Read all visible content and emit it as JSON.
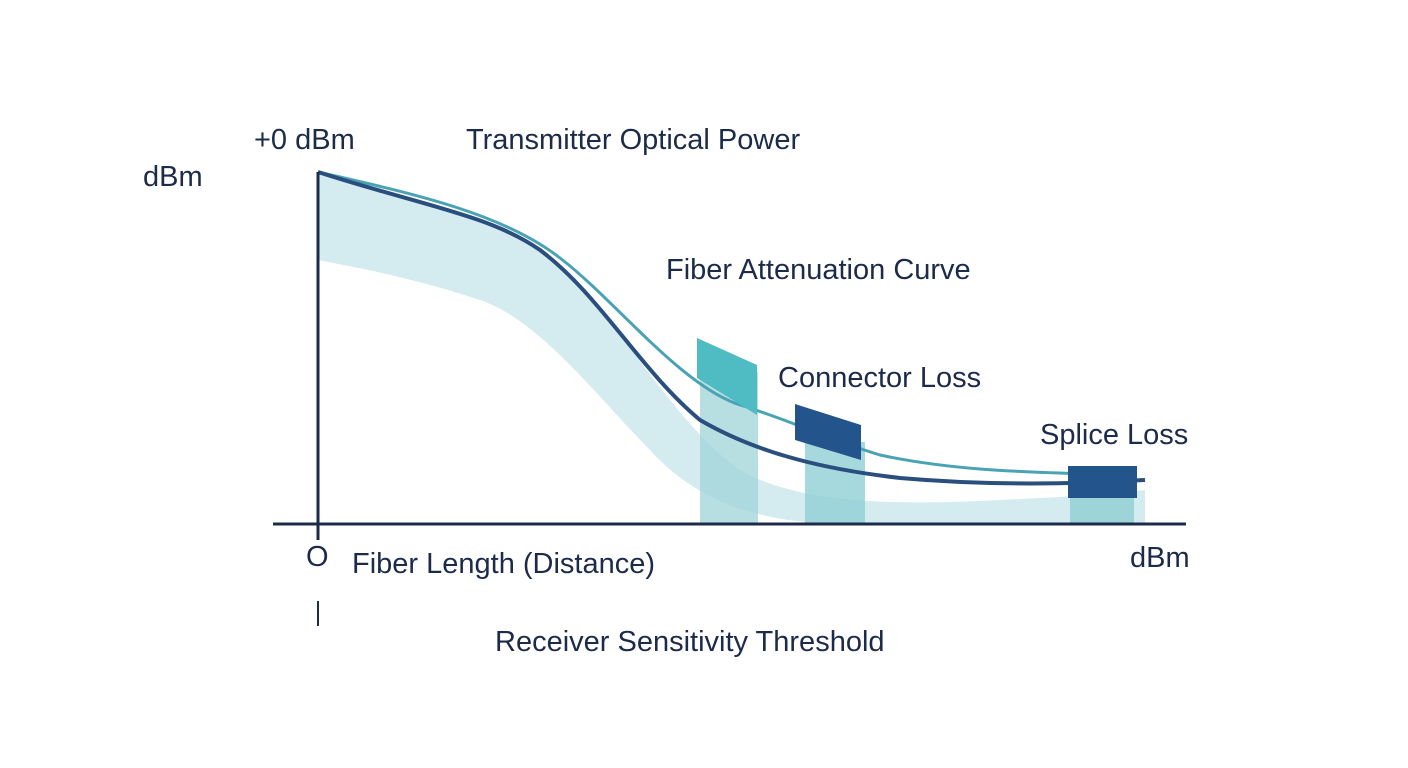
{
  "labels": {
    "top_power": "+0 dBm",
    "transmitter": "Transmitter Optical Power",
    "y_axis_unit": "dBm",
    "fiber_curve": "Fiber Attenuation Curve",
    "connector_loss": "Connector Loss",
    "splice_loss": "Splice Loss",
    "origin": "O",
    "x_axis": "Fiber Length (Distance)",
    "x_axis_end_unit": "dBm",
    "receiver": "Receiver Sensitivity Threshold"
  },
  "colors": {
    "axis": "#1c2b4a",
    "curve_main": "#2a4f7e",
    "curve_light": "#4aa3b4",
    "band": "#cfe9ee",
    "connector_block_light": "#4fbcc3",
    "connector_block_dark": "#23558c",
    "splice_block": "#23558c",
    "text": "#1c2b4a"
  }
}
